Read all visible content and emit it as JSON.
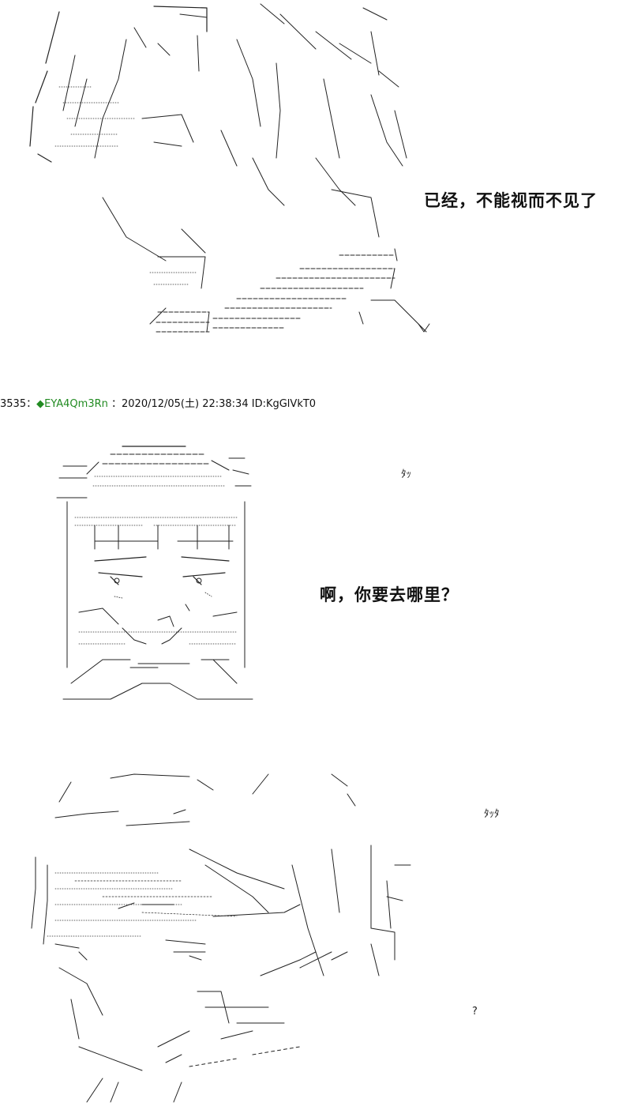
{
  "panel1": {
    "dialogue": "已经，不能视而不见了"
  },
  "post": {
    "number": "3535",
    "separator": "：",
    "name": "◆EYA4Qm3Rn",
    "datetime": "：2020/12/05(土) 22:38:34",
    "id": "ID:KgGlVkT0"
  },
  "panel2": {
    "sfx": "ﾀｯ",
    "dialogue": "啊，你要去哪里？"
  },
  "panel3": {
    "sfx": "ﾀｯﾀ",
    "mark": "?"
  },
  "colors": {
    "name": "#228b22",
    "text": "#111111",
    "background": "#ffffff"
  }
}
